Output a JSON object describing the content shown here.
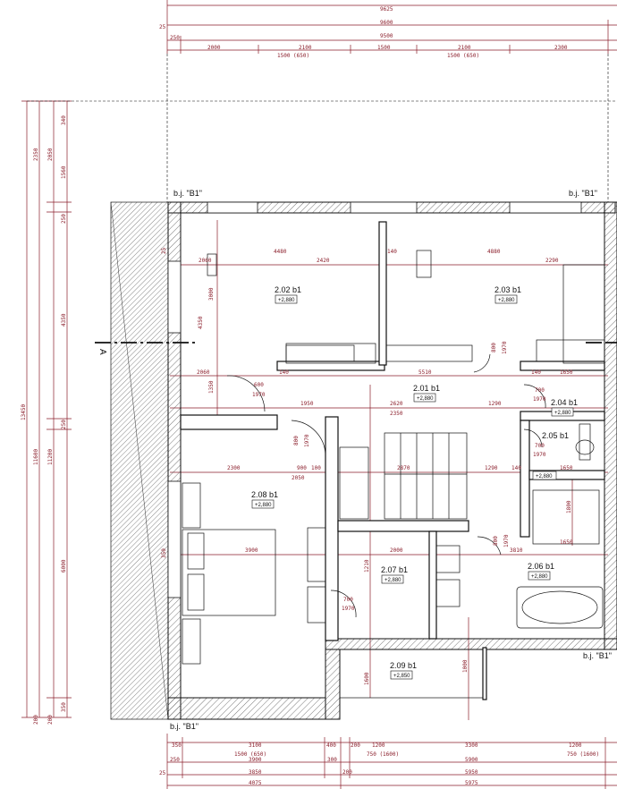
{
  "colors": {
    "dimension": "#8a1d2a",
    "wall": "#111111",
    "hatch": "#555555",
    "background": "#ffffff"
  },
  "top_dims": {
    "r1": [
      "9625"
    ],
    "r2": [
      "25",
      "9600"
    ],
    "r3": [
      "250",
      "9500"
    ],
    "r4": [
      "2000",
      "2100",
      "1500",
      "2100",
      "2300"
    ],
    "r5": [
      "1500 (650)",
      "1500 (650)"
    ]
  },
  "left_dims": {
    "c1": [
      "13450",
      "11600",
      "200"
    ],
    "c2": [
      "2350",
      "11200",
      "200"
    ],
    "c3": [
      "2050",
      "4350",
      "250",
      "6000",
      "350"
    ],
    "c4": [
      "340",
      "1560",
      "250",
      "25",
      "350"
    ]
  },
  "bottom_dims": {
    "r1": [
      "350",
      "3100",
      "400",
      "200",
      "1200",
      "3300",
      "1200"
    ],
    "r2": [
      "1500 (650)",
      "750 (1600)",
      "750 (1600)"
    ],
    "r3": [
      "250",
      "3900",
      "300",
      "5900"
    ],
    "r4": [
      "25",
      "3850",
      "200",
      "5950"
    ],
    "r5": [
      "4075",
      "5975"
    ]
  },
  "interior_dims": {
    "d4480": "4480",
    "d2060": "2060",
    "d2420": "2420",
    "d140a": "140",
    "d4880": "4880",
    "d2290": "2290",
    "d3000": "3000",
    "d4350": "4350",
    "d1350": "1350",
    "d2060b": "2060",
    "d140b": "140",
    "d5510": "5510",
    "d1650a": "1650",
    "d140c": "140",
    "d1950": "1950",
    "d2620": "2620",
    "d1290a": "1290",
    "d2350": "2350",
    "d2300": "2300",
    "d900": "900",
    "d100": "100",
    "d2870": "2870",
    "d1290b": "1290",
    "d140d": "140",
    "d1650b": "1650",
    "d2050": "2050",
    "d3900": "3900",
    "d2000": "2000",
    "d3810": "3810",
    "d1650c": "1650",
    "d1210": "1210",
    "d1600": "1600",
    "d1800": "1800",
    "d1000": "1000"
  },
  "doors": {
    "door600": [
      "600",
      "1970"
    ],
    "door800a": [
      "800",
      "1970"
    ],
    "door800b": [
      "800",
      "1970"
    ],
    "door700a": [
      "700",
      "1970"
    ],
    "door700b": [
      "700",
      "1970"
    ],
    "door700c": [
      "700",
      "1970"
    ],
    "door800c": [
      "800",
      "1970"
    ]
  },
  "rooms": [
    {
      "id": "2.02 b1",
      "level": "+2,880"
    },
    {
      "id": "2.03 b1",
      "level": "+2,880"
    },
    {
      "id": "2.01 b1",
      "level": "+2,880"
    },
    {
      "id": "2.04 b1",
      "level": "+2,880"
    },
    {
      "id": "2.05 b1",
      "level": "+2,880"
    },
    {
      "id": "2.08 b1",
      "level": "+2,880"
    },
    {
      "id": "2.07 b1",
      "level": "+2,880"
    },
    {
      "id": "2.06 b1",
      "level": "+2,880"
    },
    {
      "id": "2.09 b1",
      "level": "+2,850"
    }
  ],
  "boundary_labels": [
    "b.j. \"B1\"",
    "b.j. \"B1\"",
    "b.j. \"B1\"",
    "b.j. \"B1\""
  ],
  "section_marker": "A"
}
